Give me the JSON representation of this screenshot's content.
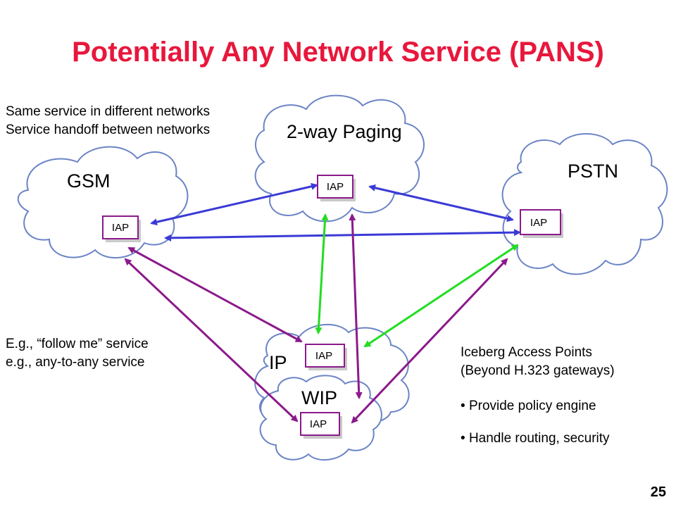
{
  "title": "Potentially Any Network Service (PANS)",
  "notes_top": [
    "Same service in different networks",
    "Service handoff between networks"
  ],
  "notes_bottom": [
    "E.g., “follow me” service",
    "e.g., any-to-any service"
  ],
  "clouds": {
    "gsm": "GSM",
    "paging": "2-way Paging",
    "pstn": "PSTN",
    "ip": "IP",
    "wip": "WIP"
  },
  "iap_label": "IAP",
  "iceberg": {
    "heading": [
      "Iceberg Access Points",
      "(Beyond H.323 gateways)"
    ],
    "bullets": [
      "Provide policy engine",
      "Handle routing, security"
    ]
  },
  "page_number": "25",
  "colors": {
    "title": "#e8173c",
    "cloud_stroke": "#6b84c6",
    "iap_box": "#8b1a8b",
    "blue_link": "#3a3ad6",
    "green_link": "#22dd22",
    "purple_link": "#8b1a8b"
  }
}
